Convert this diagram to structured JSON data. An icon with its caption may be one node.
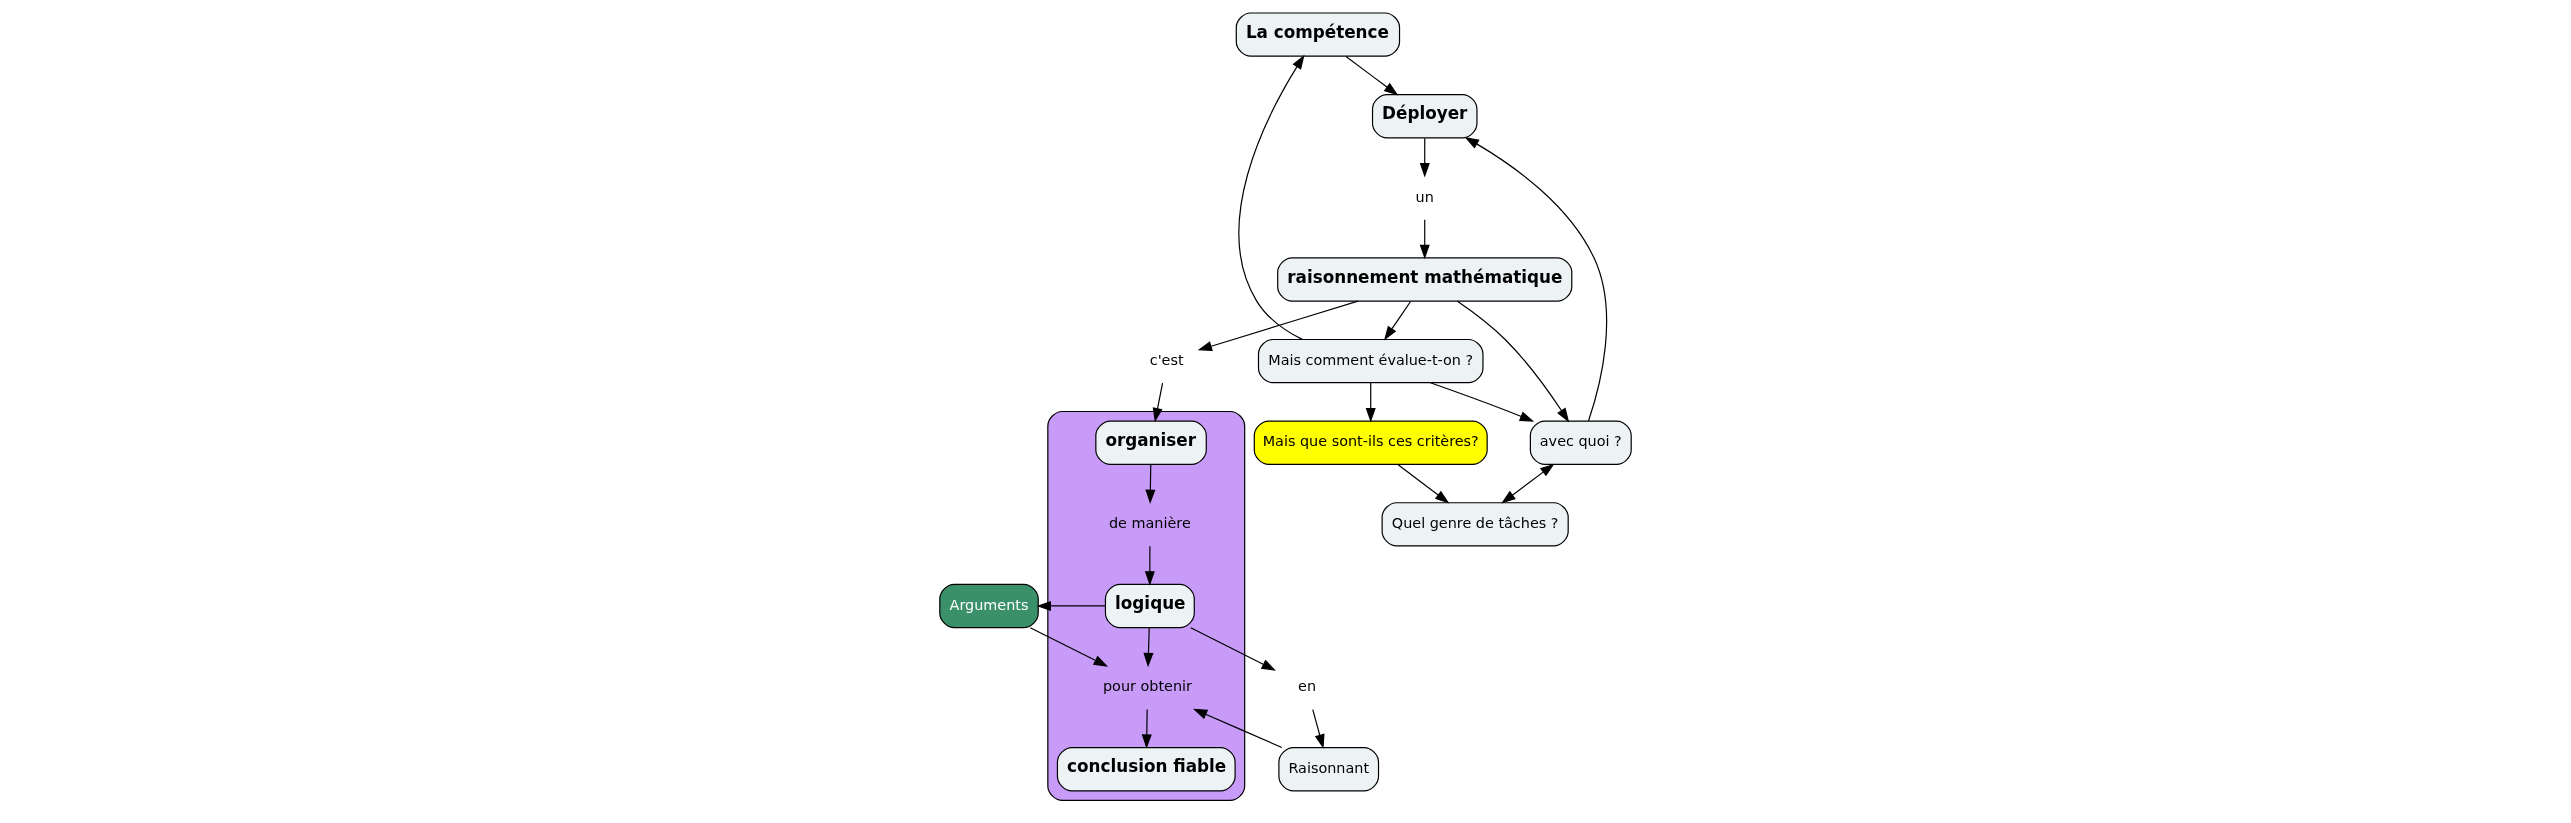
{
  "diagram": {
    "nodes": [
      {
        "text": [
          "La compétence"
        ]
      },
      {
        "text": [
          "Déployer"
        ]
      },
      {
        "text": [
          "un"
        ]
      },
      {
        "text": [
          "raisonnement mathématique"
        ]
      },
      {
        "text": [
          "avec quoi ?"
        ]
      },
      {
        "text": [
          "Mais comment évalue-t-on ?"
        ]
      },
      {
        "text": [
          "Mais que sont-ils ces critères?"
        ]
      },
      {
        "text": [
          "Quel genre de tâches ?"
        ]
      },
      {
        "text": [
          "c'est"
        ]
      },
      {
        "text": [],
        "shape": "box"
      },
      {
        "text": [
          "organiser"
        ],
        "in": 9
      },
      {
        "text": [
          "de manière"
        ],
        "in": 9
      },
      {
        "text": [
          "logique"
        ],
        "in": 9
      },
      {
        "text": [
          "en"
        ]
      },
      {
        "text": [
          "Raisonnant"
        ]
      },
      {
        "text": [
          "pour obtenir"
        ],
        "in": 9
      },
      {
        "text": [
          "Arguments"
        ]
      },
      {
        "text": [
          "conclusion fiable"
        ],
        "in": 9
      }
    ],
    "edges": [
      {
        "from": 0,
        "to": 1,
        "arrow": "to"
      },
      {
        "from": 1,
        "to": 2,
        "arrow": "to"
      },
      {
        "from": 2,
        "to": 3,
        "arrow": "to"
      },
      {
        "from": 3,
        "to": 5,
        "arrow": "to"
      },
      {
        "from": 3,
        "to": 4,
        "arrow": "to"
      },
      {
        "from": 4,
        "to": 1,
        "arrow": "to"
      },
      {
        "from": 5,
        "to": 0,
        "arrow": "to"
      },
      {
        "from": 5,
        "to": 6,
        "arrow": "to"
      },
      {
        "from": 6,
        "to": 7,
        "arrow": "to"
      },
      {
        "from": 5,
        "to": 4,
        "arrow": "to"
      },
      {
        "from": 4,
        "to": 7,
        "arrow": "both"
      },
      {
        "from": 3,
        "to": 8,
        "arrow": "to"
      },
      {
        "from": 8,
        "to": 10,
        "arrow": "to"
      },
      {
        "from": 10,
        "to": 11,
        "arrow": "to"
      },
      {
        "from": 11,
        "to": 12,
        "arrow": "to"
      },
      {
        "from": 12,
        "to": 13,
        "arrow": "to"
      },
      {
        "from": 13,
        "to": 14,
        "arrow": "to"
      },
      {
        "from": 12,
        "to": 15,
        "arrow": "to"
      },
      {
        "from": 15,
        "to": 17,
        "arrow": "to"
      },
      {
        "from": 12,
        "to": 16,
        "arrow": "to"
      },
      {
        "from": 16,
        "to": 15,
        "arrow": "to"
      },
      {
        "from": 14,
        "to": 15,
        "arrow": "to"
      }
    ]
  }
}
